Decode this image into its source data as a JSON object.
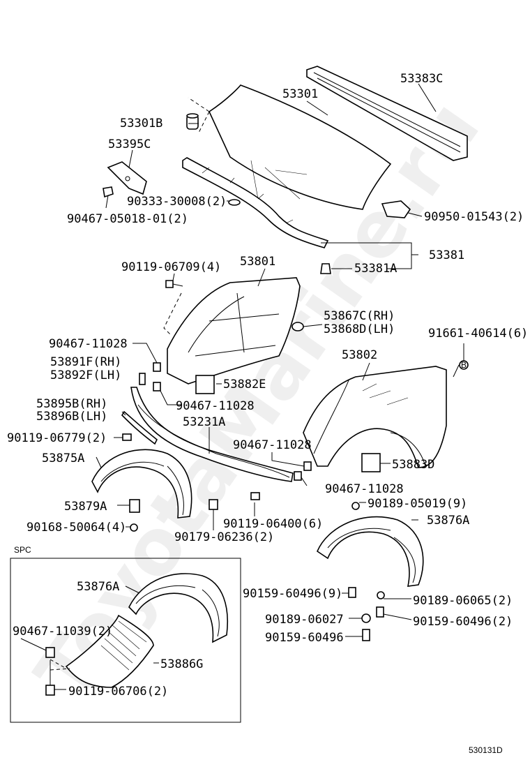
{
  "watermark": "ToyotaMarine.ru",
  "spc_label": "SPC",
  "diagram_code": "530131D",
  "labels": {
    "p53383C": "53383C",
    "p53301": "53301",
    "p53301B": "53301B",
    "p53395C": "53395C",
    "p90333": "90333-30008(2)",
    "p90467_05018": "90467-05018-01(2)",
    "p90950": "90950-01543(2)",
    "p53381": "53381",
    "p53381A": "53381A",
    "p90119_06709": "90119-06709(4)",
    "p53801": "53801",
    "p53867C": "53867C(RH)",
    "p53868D": "53868D(LH)",
    "p91661": "91661-40614(6)",
    "p90467_11028_a": "90467-11028",
    "p53891F": "53891F(RH)",
    "p53892F": "53892F(LH)",
    "p53802": "53802",
    "p53882E": "53882E",
    "p90467_11028_b": "90467-11028",
    "p53895B": "53895B(RH)",
    "p53896B": "53896B(LH)",
    "p53231A": "53231A",
    "p90119_06779": "90119-06779(2)",
    "p90467_11028_c": "90467-11028",
    "p53875A": "53875A",
    "p53883D": "53883D",
    "p90467_11028_d": "90467-11028",
    "p53879A": "53879A",
    "p90189_05019": "90189-05019(9)",
    "p90168": "90168-50064(4)",
    "p90119_06400": "90119-06400(6)",
    "p53876A": "53876A",
    "p90179": "90179-06236(2)",
    "p53876A_spc": "53876A",
    "p90159_60496_9": "90159-60496(9)",
    "p90189_06065": "90189-06065(2)",
    "p90189_06027": "90189-06027",
    "p90159_60496_2": "90159-60496(2)",
    "p90467_11039": "90467-11039(2)",
    "p90159_60496": "90159-60496",
    "p53886G": "53886G",
    "p90119_06706": "90119-06706(2)",
    "circle_b": "B"
  }
}
